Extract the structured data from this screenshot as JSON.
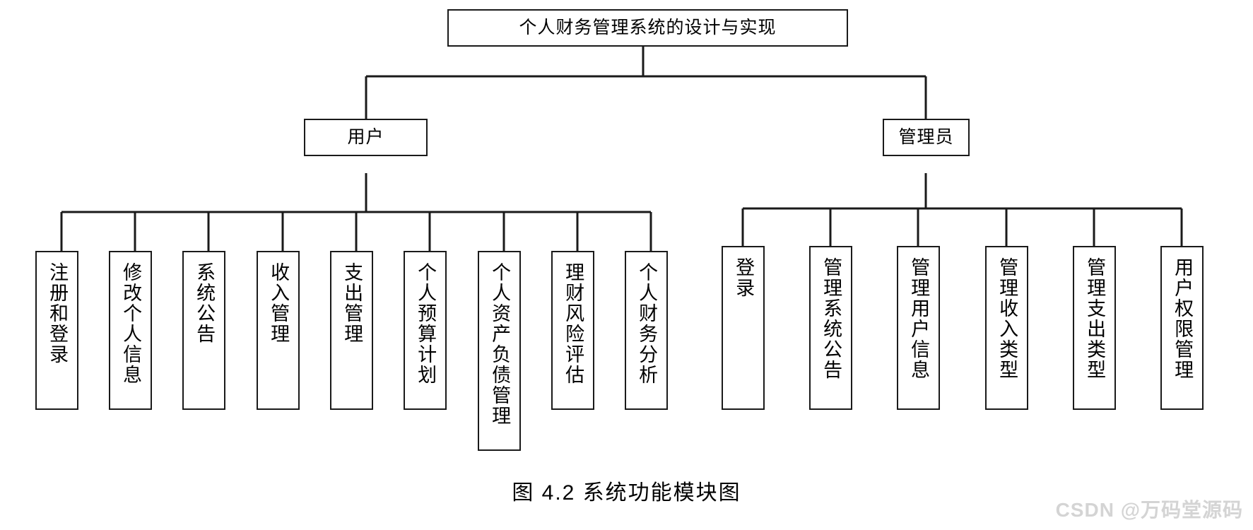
{
  "figure": {
    "caption": "图 4.2  系统功能模块图",
    "watermark": "CSDN @万码堂源码",
    "line_color": "#1a1a1a",
    "box_fill": "#ffffff",
    "watermark_color": "#d4d4d4"
  },
  "tree": {
    "root": {
      "label": "个人财务管理系统的设计与实现"
    },
    "branches": [
      {
        "label": "用户"
      },
      {
        "label": "管理员"
      }
    ],
    "user_leaves": [
      {
        "label": "注册和登录"
      },
      {
        "label": "修改个人信息"
      },
      {
        "label": "系统公告"
      },
      {
        "label": "收入管理"
      },
      {
        "label": "支出管理"
      },
      {
        "label": "个人预算计划"
      },
      {
        "label": "个人资产负债管理"
      },
      {
        "label": "理财风险评估"
      },
      {
        "label": "个人财务分析"
      }
    ],
    "admin_leaves": [
      {
        "label": "登录"
      },
      {
        "label": "管理系统公告"
      },
      {
        "label": "管理用户信息"
      },
      {
        "label": "管理收入类型"
      },
      {
        "label": "管理支出类型"
      },
      {
        "label": "用户权限管理"
      }
    ]
  }
}
